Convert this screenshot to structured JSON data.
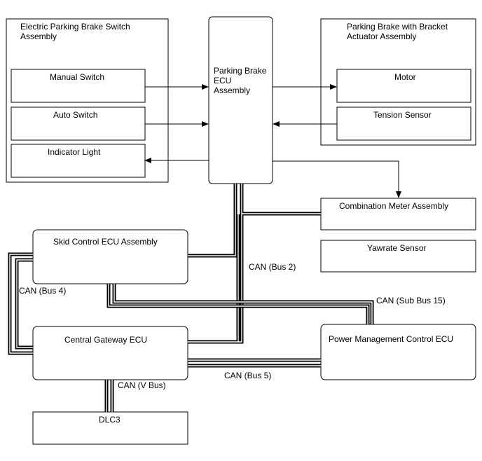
{
  "groups": {
    "switch_assembly": "Electric Parking Brake Switch Assembly",
    "actuator_assembly": "Parking Brake with Bracket Actuator Assembly"
  },
  "components": {
    "manual_switch": "Manual Switch",
    "auto_switch": "Auto Switch",
    "indicator_light": "Indicator Light",
    "parking_brake_ecu": "Parking Brake ECU Assembly",
    "motor": "Motor",
    "tension_sensor": "Tension Sensor",
    "combination_meter": "Combination Meter Assembly",
    "yawrate_sensor": "Yawrate Sensor",
    "skid_control_ecu": "Skid Control ECU Assembly",
    "central_gateway_ecu": "Central Gateway ECU",
    "power_management_ecu": "Power Management Control ECU",
    "dlc3": "DLC3"
  },
  "buses": {
    "bus2": "CAN (Bus 2)",
    "bus4": "CAN (Bus 4)",
    "sub_bus15": "CAN (Sub Bus 15)",
    "bus5": "CAN (Bus 5)",
    "vbus": "CAN (V Bus)"
  }
}
